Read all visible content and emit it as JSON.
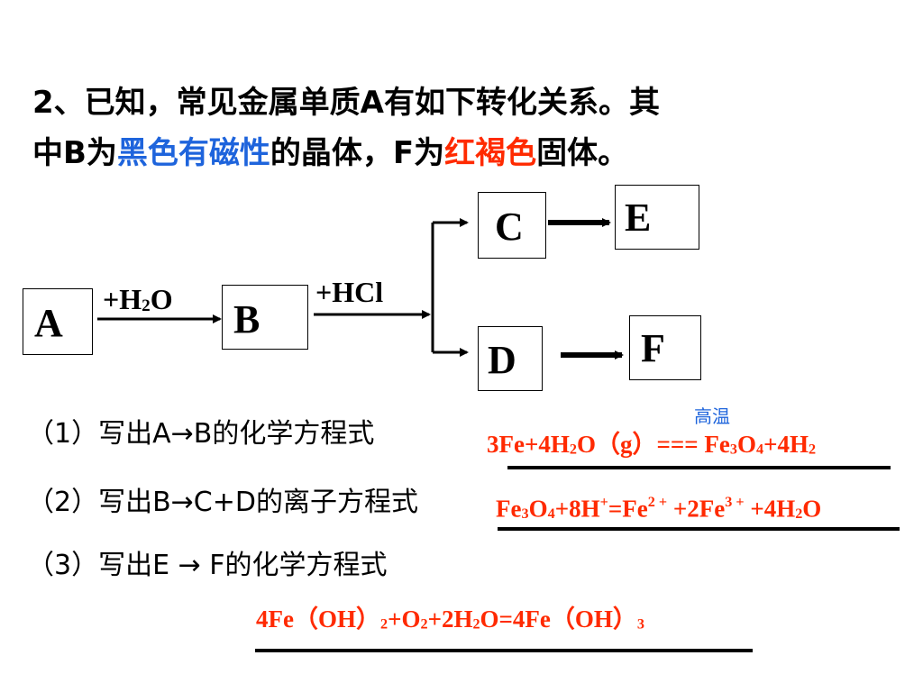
{
  "intro": {
    "line1": "2、已知，常见金属单质A有如下转化关系。其",
    "line2_pre": "中B为",
    "line2_blue": "黑色有磁性",
    "line2_mid": "的晶体，F为",
    "line2_red": "红褐色",
    "line2_post": "固体。"
  },
  "diagram": {
    "A": "A",
    "B": "B",
    "C": "C",
    "D": "D",
    "E": "E",
    "F": "F",
    "reagent1": {
      "main": "+H",
      "sub": "2",
      "tail": "O"
    },
    "reagent2": "+HCl"
  },
  "colors": {
    "blue": "#1e64dc",
    "red": "#ff2a00"
  },
  "questions": {
    "q1": "（1）写出A→B的化学方程式",
    "q2": "（2）写出B→C+D的离子方程式",
    "q3": "（3）写出E → F的化学方程式"
  },
  "answers": {
    "a1_condition": "高温",
    "a1": {
      "p1": "3Fe+4H",
      "s1": "2",
      "p2": "O（g）=== Fe",
      "s2": "3",
      "p3": "O",
      "s3": "4",
      "p4": "+4H",
      "s4": "2"
    },
    "a2": {
      "p1": "Fe",
      "s1": "3",
      "p2": "O",
      "s2": "4",
      "p3": "+8H",
      "u1": "+",
      "p4": "=Fe",
      "u2": "2 +",
      "p5": " +2Fe",
      "u3": "3 +",
      "p6": " +4H",
      "s3": "2",
      "p7": "O"
    },
    "a3": {
      "p1": "4Fe（OH）",
      "s1": "2",
      "p2": "+O",
      "s2": "2",
      "p3": "+2H",
      "s3": "2",
      "p4": "O=4Fe（OH）",
      "s4": "3"
    }
  }
}
